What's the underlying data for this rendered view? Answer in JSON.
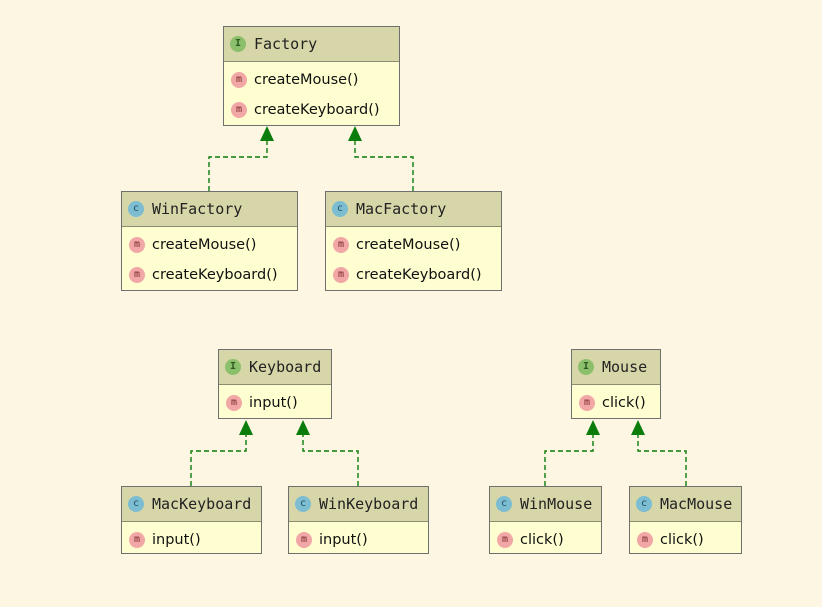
{
  "colors": {
    "background": "#fdf6e3",
    "class_fill": "#fefed0",
    "header_fill": "#d7d6a8",
    "arrow": "#0a7d0a"
  },
  "badges": {
    "interface": "I",
    "class": "c",
    "method": "m"
  },
  "classes": {
    "factory": {
      "name": "Factory",
      "kind": "interface",
      "methods": [
        "createMouse()",
        "createKeyboard()"
      ]
    },
    "winfactory": {
      "name": "WinFactory",
      "kind": "class",
      "methods": [
        "createMouse()",
        "createKeyboard()"
      ]
    },
    "macfactory": {
      "name": "MacFactory",
      "kind": "class",
      "methods": [
        "createMouse()",
        "createKeyboard()"
      ]
    },
    "keyboard": {
      "name": "Keyboard",
      "kind": "interface",
      "methods": [
        "input()"
      ]
    },
    "mouse": {
      "name": "Mouse",
      "kind": "interface",
      "methods": [
        "click()"
      ]
    },
    "mackeyboard": {
      "name": "MacKeyboard",
      "kind": "class",
      "methods": [
        "input()"
      ]
    },
    "winkeyboard": {
      "name": "WinKeyboard",
      "kind": "class",
      "methods": [
        "input()"
      ]
    },
    "winmouse": {
      "name": "WinMouse",
      "kind": "class",
      "methods": [
        "click()"
      ]
    },
    "macmouse": {
      "name": "MacMouse",
      "kind": "class",
      "methods": [
        "click()"
      ]
    }
  },
  "relations": [
    {
      "from": "winfactory",
      "to": "factory",
      "type": "implements"
    },
    {
      "from": "macfactory",
      "to": "factory",
      "type": "implements"
    },
    {
      "from": "mackeyboard",
      "to": "keyboard",
      "type": "implements"
    },
    {
      "from": "winkeyboard",
      "to": "keyboard",
      "type": "implements"
    },
    {
      "from": "winmouse",
      "to": "mouse",
      "type": "implements"
    },
    {
      "from": "macmouse",
      "to": "mouse",
      "type": "implements"
    }
  ]
}
